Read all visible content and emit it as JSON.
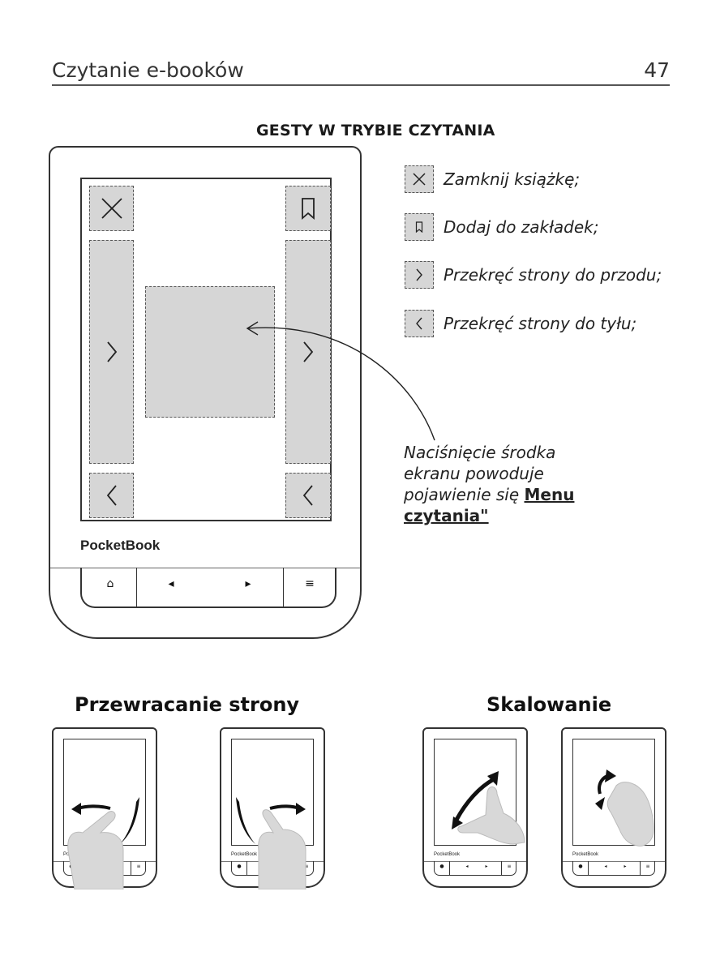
{
  "header": {
    "chapter": "Czytanie e-booków",
    "page_number": "47"
  },
  "section_title": "GESTY W TRYBIE CZYTANIA",
  "device": {
    "brand": "PocketBook",
    "buttons": [
      "⌂",
      "◂",
      "▸",
      "≡"
    ]
  },
  "legend": [
    {
      "icon": "close-icon",
      "text": "Zamknij książkę;"
    },
    {
      "icon": "bookmark-icon",
      "text": "Dodaj do zakładek;"
    },
    {
      "icon": "chevron-right-icon",
      "text": "Przekręć strony do przodu;"
    },
    {
      "icon": "chevron-left-icon",
      "text": "Przekręć strony do tyłu;"
    }
  ],
  "callout": {
    "line1": "Naciśnięcie środka",
    "line2": "ekranu powoduje",
    "line3": "pojawienie się",
    "highlight1": "Menu",
    "highlight2": "czytania\""
  },
  "gestures": {
    "page_turn_title": "Przewracanie strony",
    "zoom_title": "Skalowanie",
    "mini_brand": "PocketBook"
  }
}
